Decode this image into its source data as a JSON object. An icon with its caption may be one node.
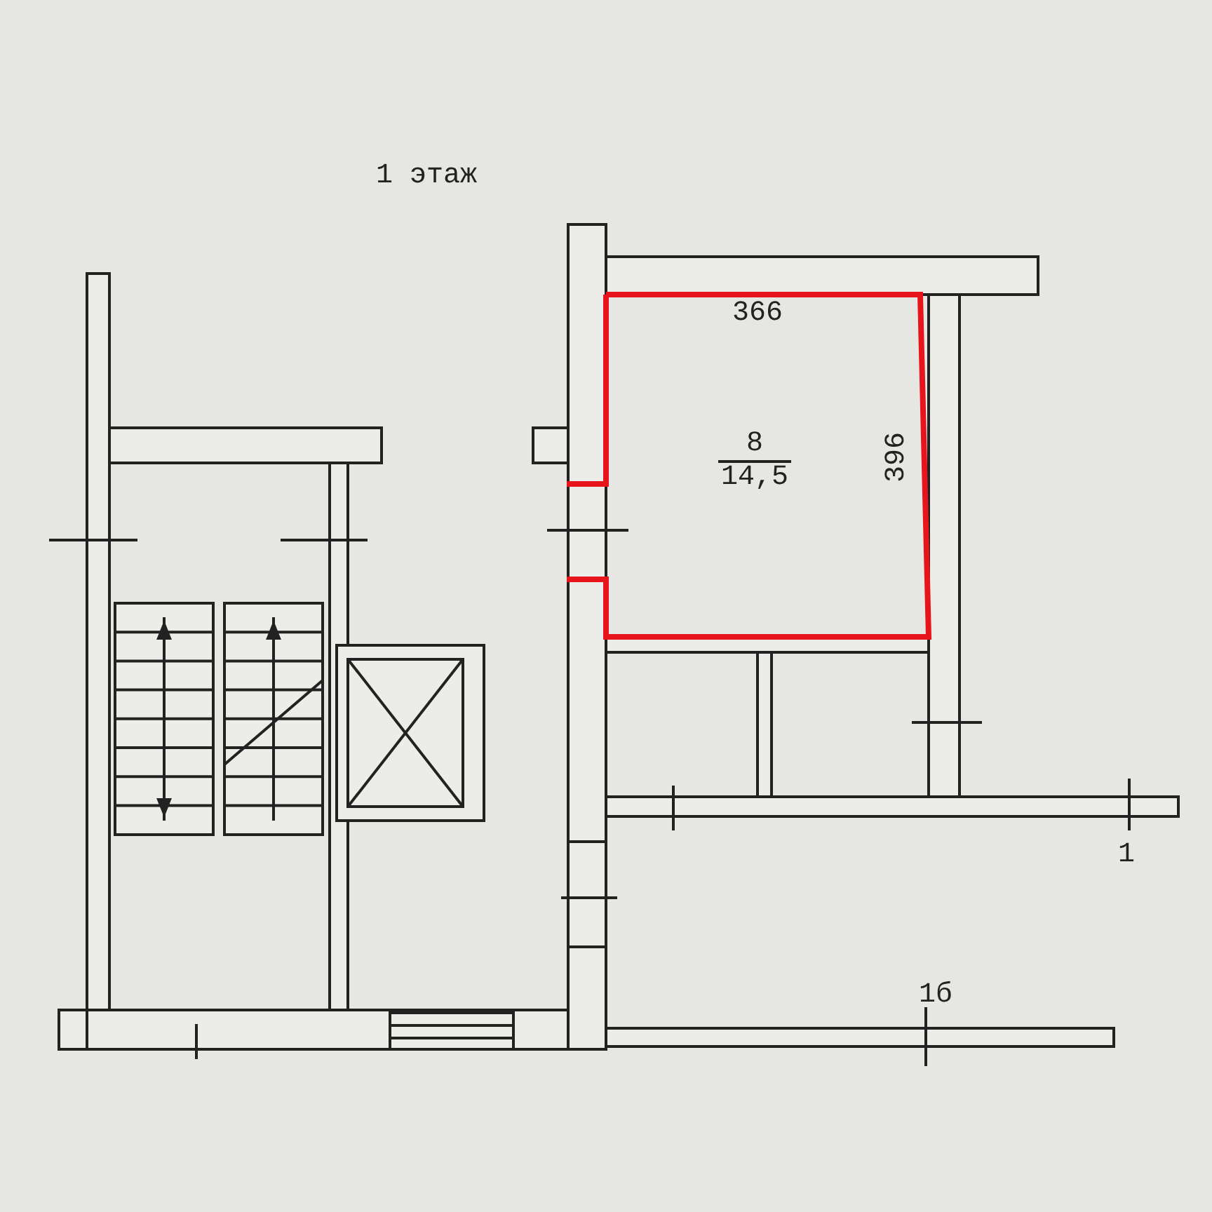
{
  "diagram": {
    "title": "1 этаж",
    "nodes": [
      {
        "text": [
          "8",
          "14,5"
        ]
      }
    ],
    "labels": [
      "366",
      "396",
      "1",
      "1б"
    ]
  }
}
